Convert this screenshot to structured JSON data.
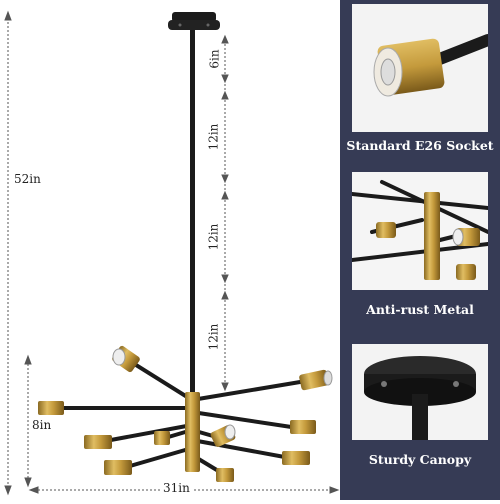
{
  "dimensions": {
    "total_height": "52in",
    "canopy_drop": "6in",
    "rod_segment_1": "12in",
    "rod_segment_2": "12in",
    "rod_segment_3": "12in",
    "fixture_height": "8in",
    "fixture_width": "31in"
  },
  "features": [
    {
      "label": "Standard E26 Socket"
    },
    {
      "label": "Anti-rust Metal"
    },
    {
      "label": "Sturdy Canopy"
    }
  ],
  "colors": {
    "panel_background": "#363b55",
    "fixture_black": "#1b1b1b",
    "fixture_brass": "#c49a3c",
    "dimension_line": "#555555"
  }
}
